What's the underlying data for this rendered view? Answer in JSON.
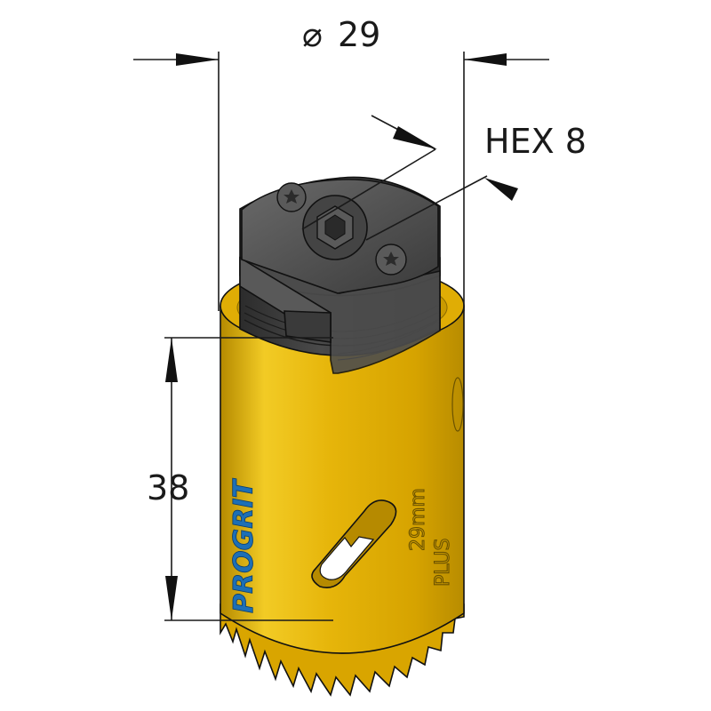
{
  "dimensions": {
    "diameter_symbol": "⌀",
    "diameter_value": "29",
    "hex_label": "HEX 8",
    "height_value": "38"
  },
  "markings": {
    "brand_logo": "PROGRIT",
    "engraving_1": "PLUS",
    "engraving_2": "29mm"
  },
  "colors": {
    "body": "#e8b80c",
    "body_highlight": "#f7dc4a",
    "body_shadow": "#a07a00",
    "arbor": "#3d3d3d",
    "arbor_light": "#5e5e5e",
    "logo_blue": "#1d6fb5",
    "line": "#111111"
  }
}
